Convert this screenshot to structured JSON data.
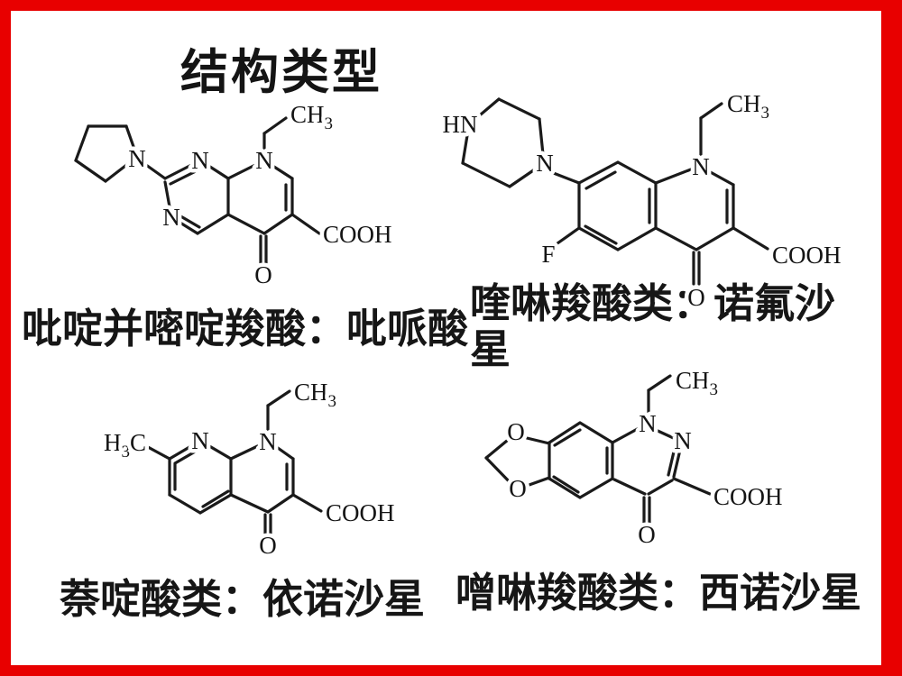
{
  "frame": {
    "color": "#e80000"
  },
  "title": "结构类型",
  "atoms": {
    "n": "N",
    "o": "O",
    "f": "F",
    "hn": "HN",
    "h": "H",
    "c": "C",
    "ch": "CH",
    "sub": "3",
    "cooh": "COOH"
  },
  "sections": [
    {
      "label": "吡啶并嘧啶羧酸：吡哌酸"
    },
    {
      "label": "喹啉羧酸类：诺氟沙星"
    },
    {
      "label": "萘啶酸类：依诺沙星"
    },
    {
      "label": "噌啉羧酸类：西诺沙星"
    }
  ]
}
